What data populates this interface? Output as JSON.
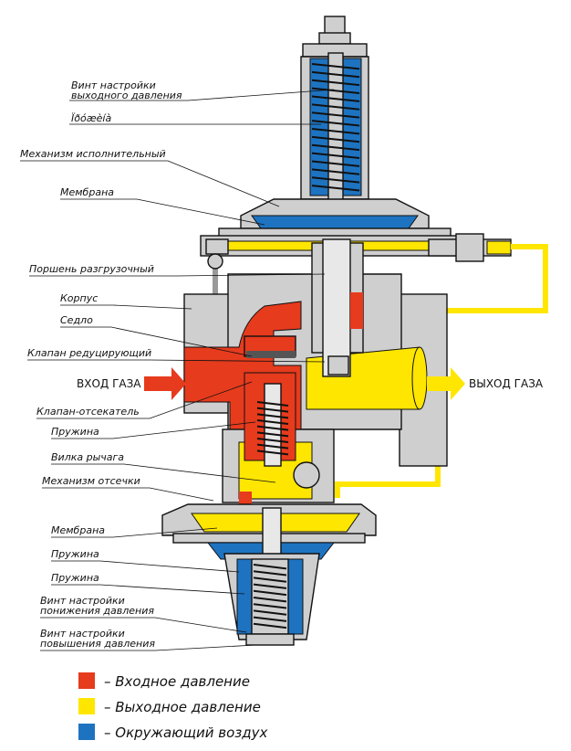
{
  "colors": {
    "inlet": "#e63b1d",
    "outlet": "#ffe600",
    "ambient": "#1e73c0",
    "metal": "#cfcfcf",
    "line": "#111111"
  },
  "labels": {
    "adjust_screw_1": "Винт настройки",
    "adjust_screw_2": "выходного давления",
    "spring_top": "Ïðóæèíà",
    "actuator": "Механизм исполнительный",
    "membrane_top": "Мембрана",
    "piston": "Поршень разгрузочный",
    "housing": "Корпус",
    "seat": "Седло",
    "reducing_valve": "Клапан редуцирующий",
    "shutoff_valve": "Клапан-отсекатель",
    "spring_mid": "Пружина",
    "lever_fork": "Вилка рычага",
    "shutoff_mech": "Механизм отсечки",
    "membrane_bottom": "Мембрана",
    "spring_b1": "Пружина",
    "spring_b2": "Пружина",
    "low_screw_1": "Винт настройки",
    "low_screw_2": "понижения давления",
    "high_screw_1": "Винт настройки",
    "high_screw_2": "повышения давления"
  },
  "gas": {
    "inlet": "ВХОД ГАЗА",
    "outlet": "ВЫХОД ГАЗА"
  },
  "legend": [
    {
      "color": "#e63b1d",
      "text": "– Входное давление"
    },
    {
      "color": "#ffe600",
      "text": "– Выходное давление"
    },
    {
      "color": "#1e73c0",
      "text": "– Окружающий воздух"
    }
  ]
}
